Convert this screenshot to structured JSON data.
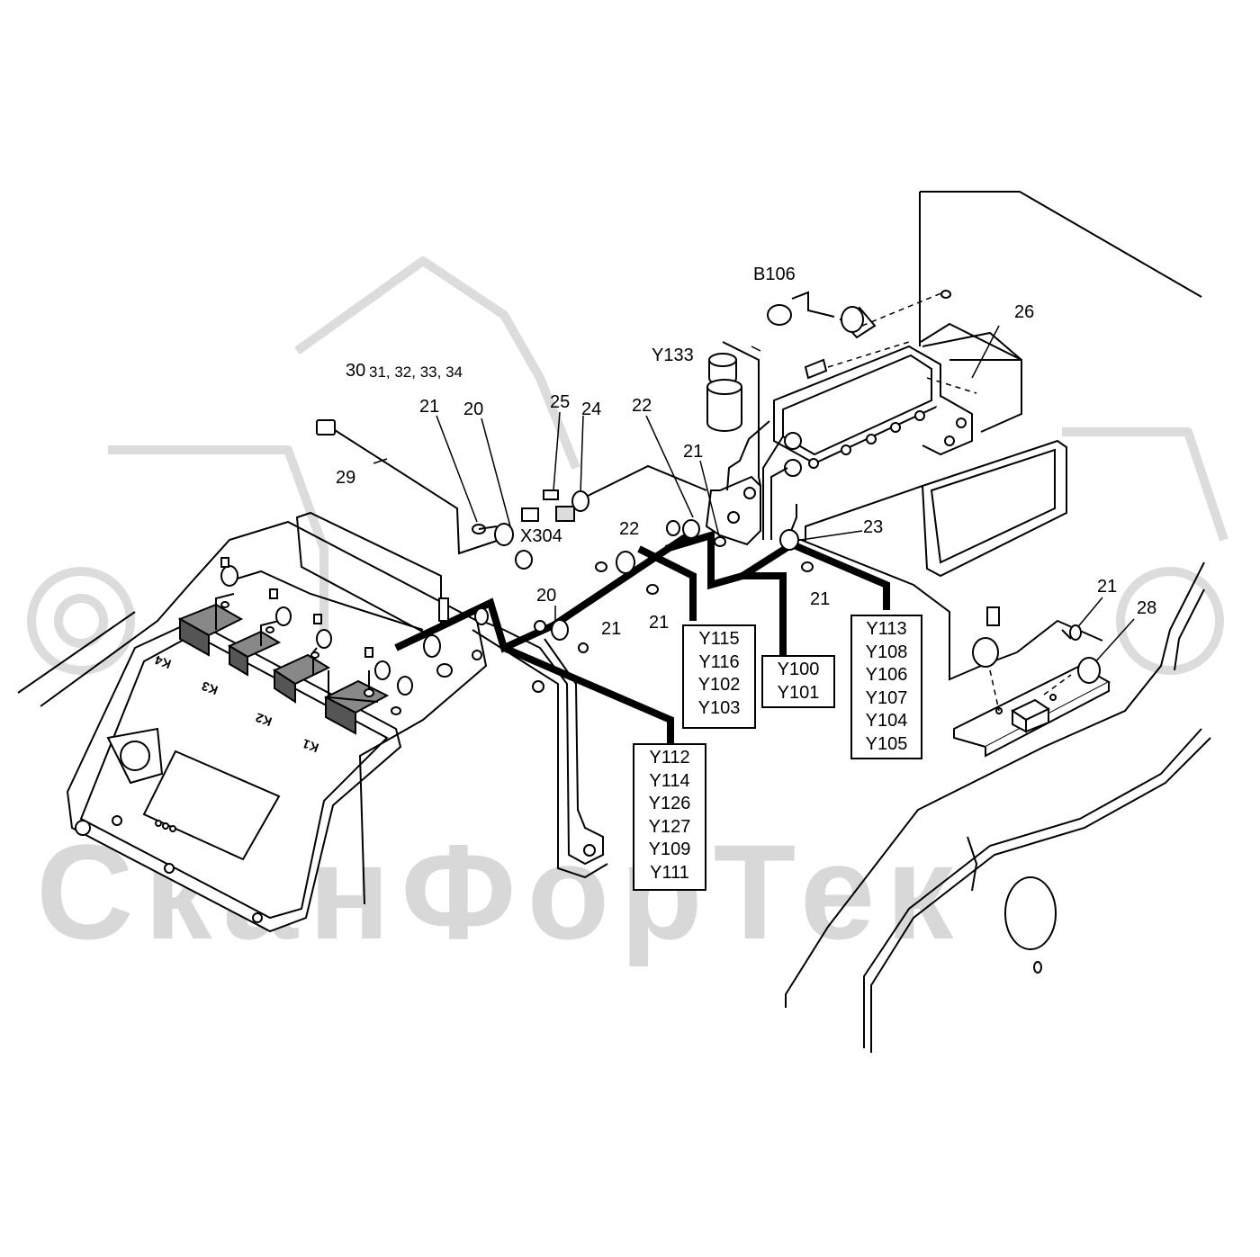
{
  "watermark": {
    "text": "СканФорТек"
  },
  "callouts": {
    "c30": "30",
    "c31_34": "31, 32, 33, 34",
    "c21a": "21",
    "c20a": "20",
    "c25": "25",
    "c24": "24",
    "c22a": "22",
    "cY133": "Y133",
    "cB106": "B106",
    "c26": "26",
    "c21b": "21",
    "c29": "29",
    "cX304": "X304",
    "c22b": "22",
    "c23": "23",
    "c21c": "21",
    "c21d": "21",
    "c20b": "20",
    "c21e": "21",
    "c21f": "21",
    "c28": "28"
  },
  "relay_marks": {
    "k4": "K4",
    "k3": "K3",
    "k2": "K2",
    "k1": "K1"
  },
  "valve_groups": {
    "g1": [
      "Y115",
      "Y116",
      "Y102",
      "Y103"
    ],
    "g2": [
      "Y100",
      "Y101"
    ],
    "g3": [
      "Y113",
      "Y108",
      "Y106",
      "Y107",
      "Y104",
      "Y105"
    ],
    "g4": [
      "Y112",
      "Y114",
      "Y126",
      "Y127",
      "Y109",
      "Y111"
    ]
  }
}
